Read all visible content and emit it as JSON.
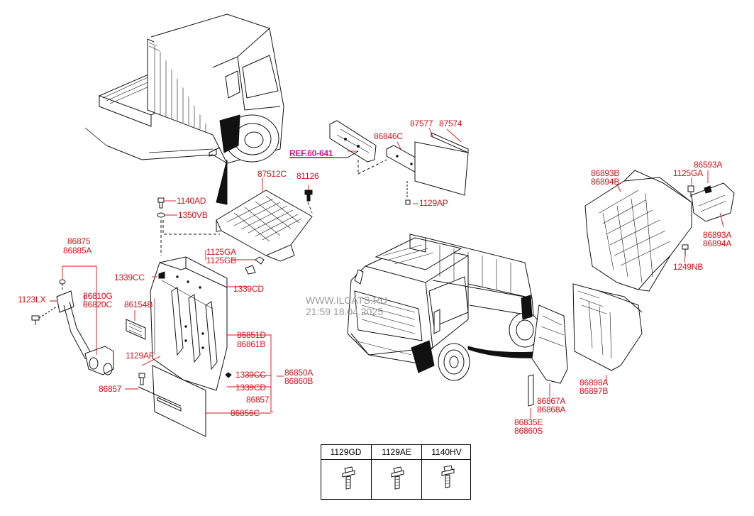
{
  "ref_label": "REF.60-641",
  "watermark": {
    "line1": "WWW.ILCATS.RU",
    "line2": "21:59 18.04.2025"
  },
  "part_labels": {
    "p1140AD": "1140AD",
    "p1350VB": "1350VB",
    "p87512C": "87512C",
    "p81126": "81126",
    "p86846C": "86846C",
    "p87577": "87577",
    "p87574": "87574",
    "p1129AP": "1129AP",
    "p86893B": "86893B",
    "p86894B": "86894B",
    "p1125GA_r": "1125GA",
    "p86593A": "86593A",
    "p86893A": "86893A",
    "p86894A": "86894A",
    "p1249NB": "1249NB",
    "p86875": "86875",
    "p86885A": "86885A",
    "p1123LX": "1123LX",
    "p86810G": "86810G",
    "p86820C": "86820C",
    "p86154B": "86154B",
    "p1125GA_l": "1125GA",
    "p1125GB": "1125GB",
    "p1339CC_a": "1339CC",
    "p1339CD_a": "1339CD",
    "p86851D": "86851D",
    "p86861B": "86861B",
    "p1129AF": "1129AF",
    "p1339CC_b": "1339CC",
    "p86850A": "86850A",
    "p86860B": "86860B",
    "p1339CD_b": "1339CD",
    "p86857_r": "86857",
    "p86857_l": "86857",
    "p86856C": "86856C",
    "p86867A": "86867A",
    "p86868A": "86868A",
    "p86898A": "86898A",
    "p86897B": "86897B",
    "p86835E": "86835E",
    "p86860S": "86860S"
  },
  "bolt_table": {
    "headers": [
      "1129GD",
      "1129AE",
      "1140HV"
    ]
  }
}
